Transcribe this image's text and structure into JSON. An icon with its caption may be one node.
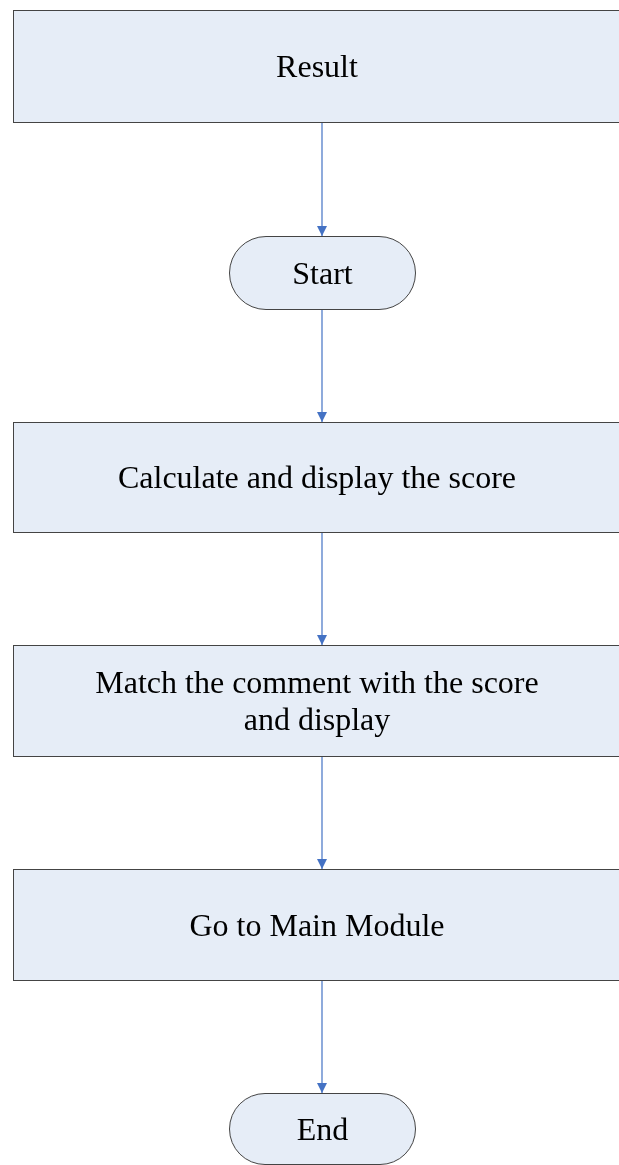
{
  "diagram": {
    "nodes": [
      {
        "text": [
          "Result"
        ]
      },
      {
        "text": [
          "Start"
        ]
      },
      {
        "text": [
          "Calculate and display the score"
        ]
      },
      {
        "text": [
          "Match the comment with the score and display"
        ]
      },
      {
        "text": [
          "Go to Main Module"
        ]
      },
      {
        "text": [
          "End"
        ]
      }
    ],
    "edges": [
      {
        "from": 0,
        "to": 1,
        "arrow": "to"
      },
      {
        "from": 1,
        "to": 2,
        "arrow": "to"
      },
      {
        "from": 2,
        "to": 3,
        "arrow": "to"
      },
      {
        "from": 3,
        "to": 4,
        "arrow": "to"
      },
      {
        "from": 4,
        "to": 5,
        "arrow": "to"
      }
    ]
  }
}
